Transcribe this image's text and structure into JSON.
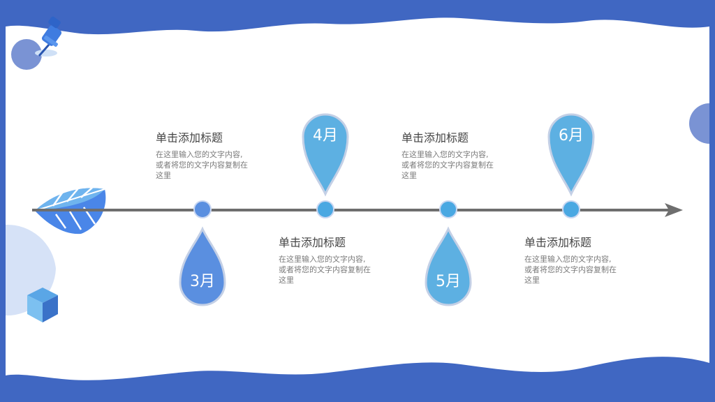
{
  "colors": {
    "frame_blue": "#4067c2",
    "line_gray": "#6e6e6e",
    "drop_blue": "#4a9fd8",
    "drop_blue_light": "#5db8e8",
    "node_blue": "#5a8fe0",
    "title_text": "#444444",
    "body_text": "#7a7a7a"
  },
  "timeline": {
    "months": [
      "3月",
      "4月",
      "5月",
      "6月"
    ],
    "entries": [
      {
        "title": "单击添加标题",
        "body_line1": "在这里输入您的文字内容,",
        "body_line2": "或者将您的文字内容复制在",
        "body_line3": "这里"
      },
      {
        "title": "单击添加标题",
        "body_line1": "在这里输入您的文字内容,",
        "body_line2": "或者将您的文字内容复制在",
        "body_line3": "这里"
      },
      {
        "title": "单击添加标题",
        "body_line1": "在这里输入您的文字内容,",
        "body_line2": "或者将您的文字内容复制在",
        "body_line3": "这里"
      },
      {
        "title": "单击添加标题",
        "body_line1": "在这里输入您的文字内容,",
        "body_line2": "或者将您的文字内容复制在",
        "body_line3": "这里"
      }
    ]
  },
  "icons": {
    "pushpin": "pushpin-icon",
    "leaf": "leaf-icon",
    "cube": "cube-icon",
    "arrow": "arrow-head-icon"
  }
}
